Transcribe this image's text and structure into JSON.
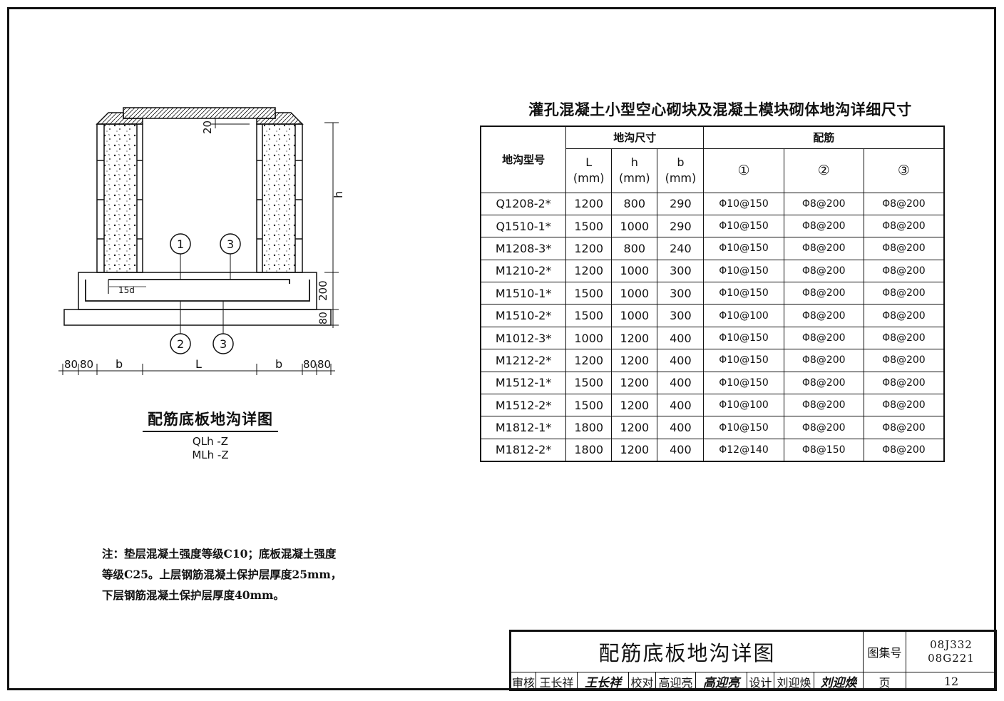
{
  "table": {
    "title": "灌孔混凝土小型空心砌块及混凝土模块砌体地沟详细尺寸",
    "header": {
      "model": "地沟型号",
      "dims_group": "地沟尺寸",
      "rebar_group": "配筋",
      "L": "L",
      "h": "h",
      "b": "b",
      "unit": "(mm)",
      "r1": "①",
      "r2": "②",
      "r3": "③"
    },
    "rows": [
      {
        "model": "Q1208-2*",
        "L": "1200",
        "h": "800",
        "b": "290",
        "r1": "Φ10@150",
        "r2": "Φ8@200",
        "r3": "Φ8@200"
      },
      {
        "model": "Q1510-1*",
        "L": "1500",
        "h": "1000",
        "b": "290",
        "r1": "Φ10@150",
        "r2": "Φ8@200",
        "r3": "Φ8@200"
      },
      {
        "model": "M1208-3*",
        "L": "1200",
        "h": "800",
        "b": "240",
        "r1": "Φ10@150",
        "r2": "Φ8@200",
        "r3": "Φ8@200"
      },
      {
        "model": "M1210-2*",
        "L": "1200",
        "h": "1000",
        "b": "300",
        "r1": "Φ10@150",
        "r2": "Φ8@200",
        "r3": "Φ8@200"
      },
      {
        "model": "M1510-1*",
        "L": "1500",
        "h": "1000",
        "b": "300",
        "r1": "Φ10@150",
        "r2": "Φ8@200",
        "r3": "Φ8@200"
      },
      {
        "model": "M1510-2*",
        "L": "1500",
        "h": "1000",
        "b": "300",
        "r1": "Φ10@100",
        "r2": "Φ8@200",
        "r3": "Φ8@200"
      },
      {
        "model": "M1012-3*",
        "L": "1000",
        "h": "1200",
        "b": "400",
        "r1": "Φ10@150",
        "r2": "Φ8@200",
        "r3": "Φ8@200"
      },
      {
        "model": "M1212-2*",
        "L": "1200",
        "h": "1200",
        "b": "400",
        "r1": "Φ10@150",
        "r2": "Φ8@200",
        "r3": "Φ8@200"
      },
      {
        "model": "M1512-1*",
        "L": "1500",
        "h": "1200",
        "b": "400",
        "r1": "Φ10@150",
        "r2": "Φ8@200",
        "r3": "Φ8@200"
      },
      {
        "model": "M1512-2*",
        "L": "1500",
        "h": "1200",
        "b": "400",
        "r1": "Φ10@100",
        "r2": "Φ8@200",
        "r3": "Φ8@200"
      },
      {
        "model": "M1812-1*",
        "L": "1800",
        "h": "1200",
        "b": "400",
        "r1": "Φ10@150",
        "r2": "Φ8@200",
        "r3": "Φ8@200"
      },
      {
        "model": "M1812-2*",
        "L": "1800",
        "h": "1200",
        "b": "400",
        "r1": "Φ12@140",
        "r2": "Φ8@150",
        "r3": "Φ8@200"
      }
    ]
  },
  "drawing": {
    "dim_20": "20",
    "dim_h": "h",
    "dim_200": "200",
    "dim_80": "80",
    "dim_15d": "15d",
    "bottom_dims": [
      "80",
      "80",
      "b",
      "L",
      "b",
      "80",
      "80"
    ],
    "marker_1": "1",
    "marker_2": "2",
    "marker_3": "3"
  },
  "caption": {
    "title": "配筋底板地沟详图",
    "sub1": "QLh -Z",
    "sub2": "MLh -Z"
  },
  "note": {
    "lines": [
      "注：垫层混凝土强度等级C10；底板混凝土强度",
      "等级C25。上层钢筋混凝土保护层厚度25mm，",
      "下层钢筋混凝土保护层厚度40mm。"
    ]
  },
  "title_block": {
    "main_title": "配筋底板地沟详图",
    "atlas_label": "图集号",
    "atlas_no_1": "08J332",
    "atlas_no_2": "08G221",
    "page_label": "页",
    "page_no": "12",
    "review_label": "审核",
    "review_name": "王长祥",
    "review_sig": "王长祥",
    "check_label": "校对",
    "check_name": "高迎亮",
    "check_sig": "高迎亮",
    "design_label": "设计",
    "design_name": "刘迎焕",
    "design_sig": "刘迎焕"
  }
}
